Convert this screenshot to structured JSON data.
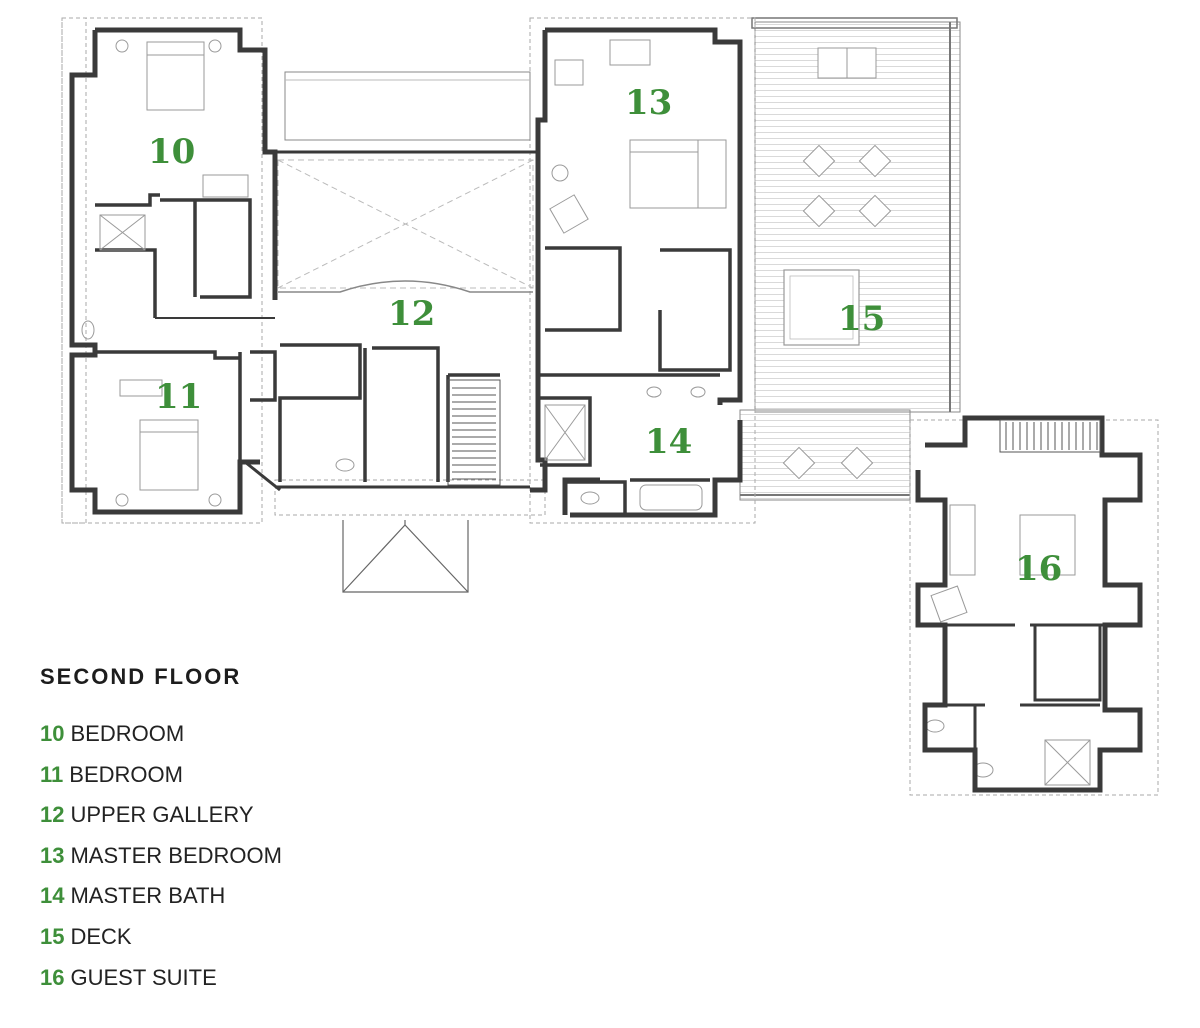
{
  "legend": {
    "title": "SECOND FLOOR",
    "items": [
      {
        "num": "10",
        "label": "BEDROOM"
      },
      {
        "num": "11",
        "label": "BEDROOM"
      },
      {
        "num": "12",
        "label": "UPPER GALLERY"
      },
      {
        "num": "13",
        "label": "MASTER BEDROOM"
      },
      {
        "num": "14",
        "label": "MASTER BATH"
      },
      {
        "num": "15",
        "label": "DECK"
      },
      {
        "num": "16",
        "label": "GUEST SUITE"
      }
    ]
  },
  "rooms": [
    {
      "id": "room-10",
      "num": "10"
    },
    {
      "id": "room-11",
      "num": "11"
    },
    {
      "id": "room-12",
      "num": "12"
    },
    {
      "id": "room-13",
      "num": "13"
    },
    {
      "id": "room-14",
      "num": "14"
    },
    {
      "id": "room-15",
      "num": "15"
    },
    {
      "id": "room-16",
      "num": "16"
    }
  ],
  "colors": {
    "accent_green": "#3e8f3a",
    "wall_fill": "#bdbdbd",
    "wall_stroke": "#3a3a3a",
    "furniture_line": "#9a9a9a"
  }
}
